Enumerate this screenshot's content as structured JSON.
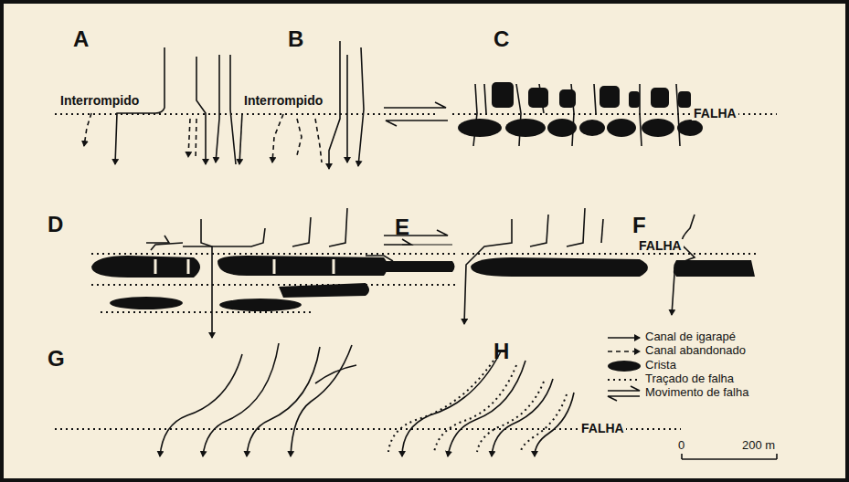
{
  "diagram": {
    "labels": [
      "A",
      "B",
      "C",
      "Interrompido",
      "Interrompido",
      "FALHA",
      "D",
      "E",
      "F",
      "FALHA",
      "G",
      "H",
      "FALHA",
      "0",
      "200 m"
    ],
    "legend": [
      {
        "text": "Canal de igarapé"
      },
      {
        "text": "Canal abandonado"
      },
      {
        "text": "Crista"
      },
      {
        "text": "Traçado de falha"
      },
      {
        "text": "Movimento de falha"
      }
    ]
  }
}
